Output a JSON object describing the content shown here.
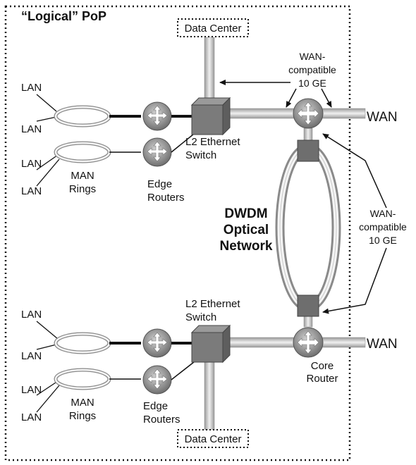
{
  "title": "“Logical” PoP",
  "data_center_top": "Data Center",
  "data_center_bottom": "Data Center",
  "wan_top": "WAN",
  "wan_bottom": "WAN",
  "lan": [
    "LAN",
    "LAN",
    "LAN",
    "LAN",
    "LAN",
    "LAN",
    "LAN",
    "LAN"
  ],
  "man_rings_top": [
    "MAN",
    "Rings"
  ],
  "man_rings_bottom": [
    "MAN",
    "Rings"
  ],
  "edge_routers_top": [
    "Edge",
    "Routers"
  ],
  "edge_routers_bottom": [
    "Edge",
    "Routers"
  ],
  "l2_switch_top": [
    "L2 Ethernet",
    "Switch"
  ],
  "l2_switch_bottom": [
    "L2 Ethernet",
    "Switch"
  ],
  "wan_compatible_top": [
    "WAN-",
    "compatible",
    "10 GE"
  ],
  "wan_compatible_right": [
    "WAN-",
    "compatible",
    "10 GE"
  ],
  "dwdm": [
    "DWDM",
    "Optical",
    "Network"
  ],
  "core_router": [
    "Core",
    "Router"
  ]
}
